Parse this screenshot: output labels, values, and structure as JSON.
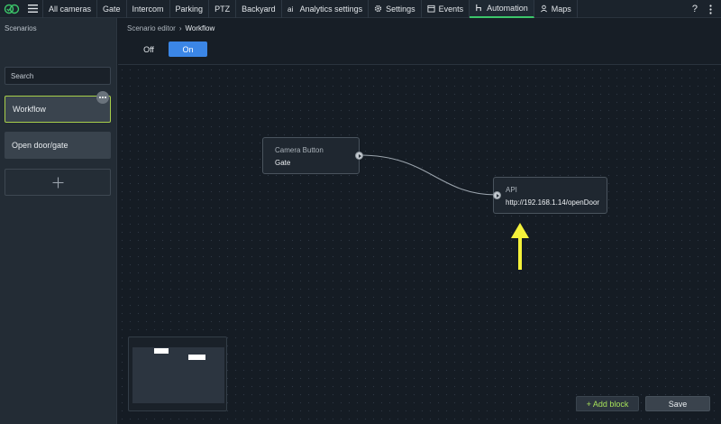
{
  "nav": {
    "items": [
      {
        "label": "All cameras"
      },
      {
        "label": "Gate"
      },
      {
        "label": "Intercom"
      },
      {
        "label": "Parking"
      },
      {
        "label": "PTZ"
      },
      {
        "label": "Backyard"
      },
      {
        "label": "Analytics settings",
        "icon": "ai-icon"
      },
      {
        "label": "Settings",
        "icon": "gear-icon"
      },
      {
        "label": "Events",
        "icon": "calendar-icon"
      },
      {
        "label": "Automation",
        "icon": "flow-icon",
        "active": true
      },
      {
        "label": "Maps",
        "icon": "user-pin-icon"
      }
    ],
    "help": "?"
  },
  "sidebar": {
    "title": "Scenarios",
    "search_placeholder": "Search",
    "scenarios": [
      {
        "label": "Workflow",
        "selected": true
      },
      {
        "label": "Open door/gate",
        "selected": false
      }
    ]
  },
  "main": {
    "breadcrumb": {
      "parent": "Scenario editor",
      "separator": "›",
      "current": "Workflow"
    },
    "toggle": {
      "off_label": "Off",
      "on_label": "On",
      "value": "On"
    },
    "blocks": {
      "camera_button": {
        "title": "Camera Button",
        "value": "Gate"
      },
      "api": {
        "title": "API",
        "value": "http://192.168.1.14/openDoor"
      }
    },
    "add_block_label": "+ Add block",
    "save_label": "Save"
  },
  "colors": {
    "accent_blue": "#3b86e6",
    "accent_green": "#3cc66a",
    "selection_border": "#a8cf4a",
    "add_block_text": "#a6e15a",
    "annotation_arrow": "#f4f13a"
  }
}
